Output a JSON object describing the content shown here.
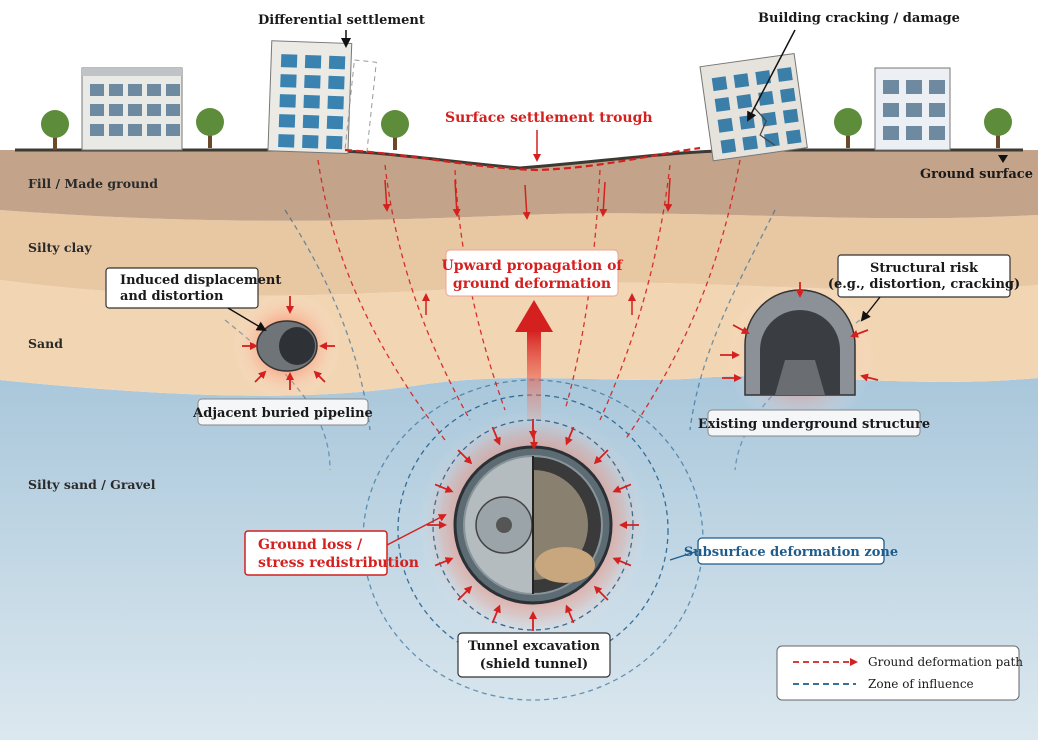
{
  "labels": {
    "differential_settlement": "Differential settlement",
    "building_damage": "Building cracking / damage",
    "surface_trough": "Surface settlement trough",
    "ground_surface": "Ground surface",
    "upward_line1": "Upward propagation of",
    "upward_line2": "ground deformation",
    "induced_line1": "Induced displacement",
    "induced_line2": "and distortion",
    "pipeline": "Adjacent buried pipeline",
    "structural_line1": "Structural risk",
    "structural_line2": "(e.g., distortion, cracking)",
    "existing_structure": "Existing underground structure",
    "ground_loss_line1": "Ground loss /",
    "ground_loss_line2": "stress redistribution",
    "subsurface_zone": "Subsurface deformation zone",
    "tunnel_line1": "Tunnel excavation",
    "tunnel_line2": "(shield tunnel)"
  },
  "layers": {
    "fill": "Fill / Made ground",
    "silty_clay": "Silty clay",
    "sand": "Sand",
    "silty_sand": "Silty sand / Gravel"
  },
  "legend": {
    "deformation_path": "Ground deformation path",
    "zone_influence": "Zone of influence"
  },
  "colors": {
    "deformation": "#d4201f",
    "influence": "#1d5c8c",
    "fill_layer": "#c3a48a",
    "clay_layer": "#e8c7a3",
    "sand_layer": "#f2d6b3",
    "gravel_layer": "#b9d2e2"
  }
}
